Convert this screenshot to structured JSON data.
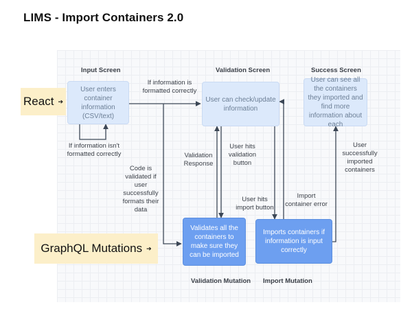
{
  "title": "LIMS - Import Containers 2.0",
  "lanes": {
    "react": "React",
    "graphql": "GraphQL Mutations"
  },
  "headings": {
    "input": "Input Screen",
    "validation": "Validation Screen",
    "success": "Success Screen",
    "validation_mutation": "Validation Mutation",
    "import_mutation": "Import Mutation"
  },
  "boxes": {
    "input": "User enters container information (CSV/text)",
    "validation": "User can check/update information",
    "success": "User can see all the containers they imported and find more information about each",
    "validation_mutation": "Validates all the containers to make sure they can be imported",
    "import_mutation": "Imports containers if information is input correctly"
  },
  "edges": {
    "formatted": "If information is formatted correctly",
    "not_formatted": "If information isn't formatted correctly",
    "code_validated": "Code is validated if user successfully formats their data",
    "validation_response": "Validation Response",
    "hits_validation": "User hits validation button",
    "hits_import": "User hits import button",
    "import_error": "Import container error",
    "imported": "User successfully imported containers"
  },
  "colors": {
    "light_box": "#dce9fb",
    "dark_box": "#6d9ff0",
    "lane_label": "#fcefc9",
    "edge": "#3c4756"
  }
}
